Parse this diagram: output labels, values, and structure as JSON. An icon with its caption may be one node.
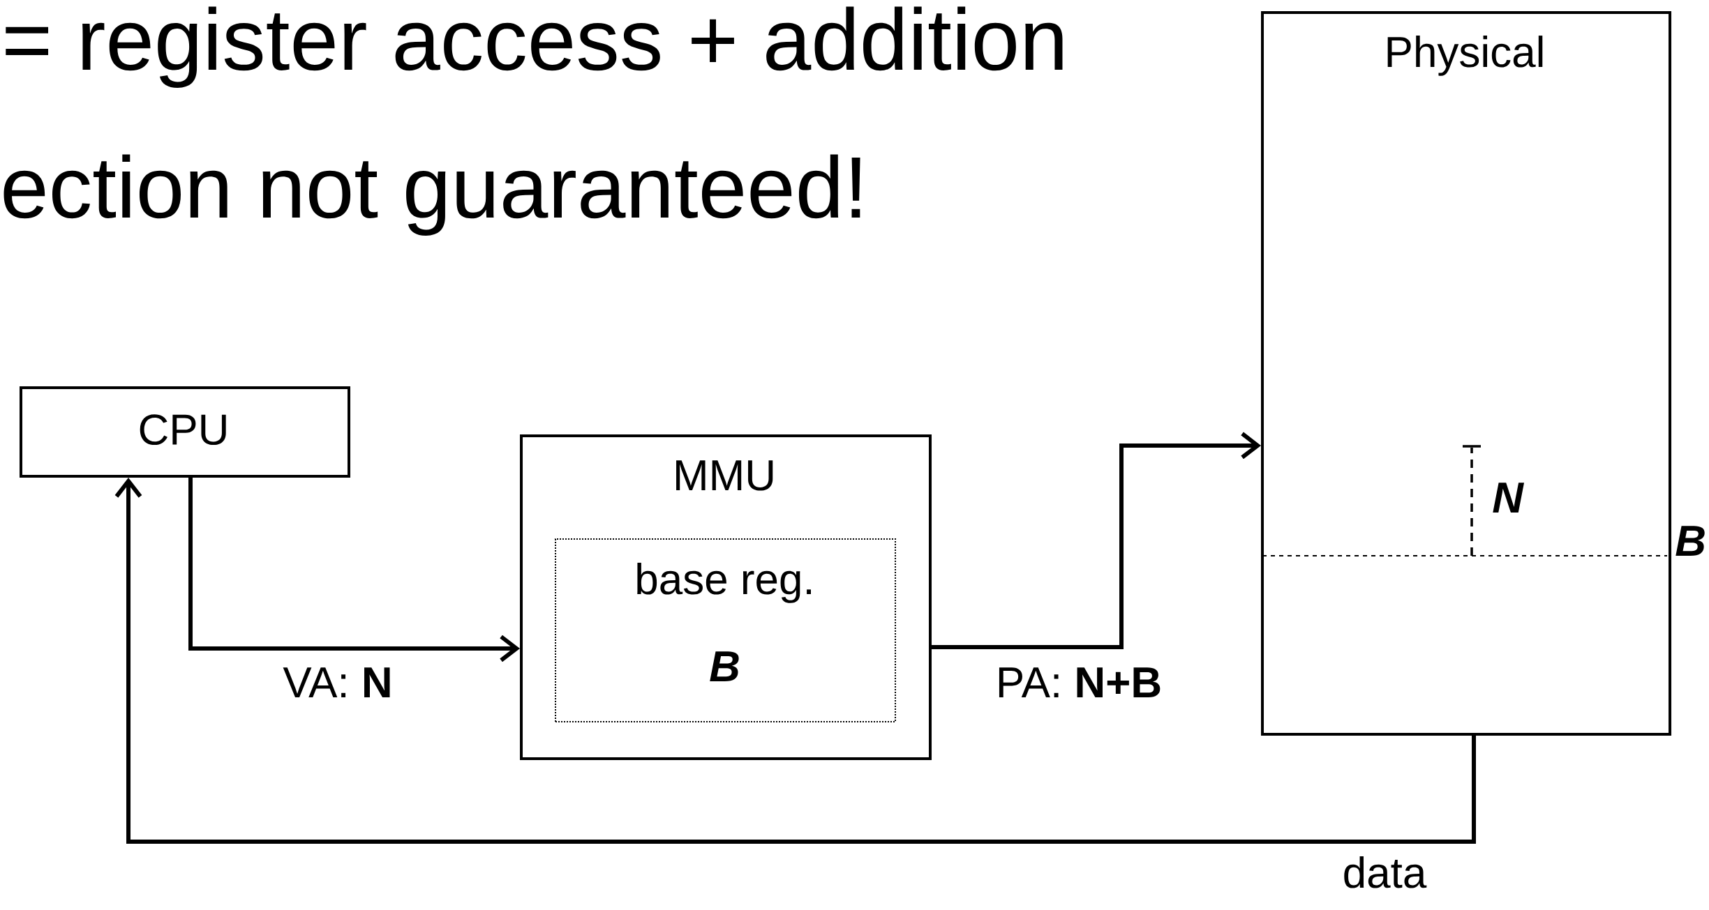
{
  "diagram": {
    "nodes": [
      {
        "text": [
          "CPU"
        ]
      },
      {
        "text": [
          "MMU"
        ]
      },
      {
        "text": [
          "base reg.",
          "B"
        ],
        "in": 1
      },
      {
        "text": [
          "Physical"
        ]
      }
    ],
    "edges": [
      {
        "from": 0,
        "to": 1,
        "arrow": "to",
        "label": "VA: **N**"
      },
      {
        "from": 1,
        "to": 3,
        "arrow": "to",
        "label": "PA: **N+B**"
      },
      {
        "from": 3,
        "to": 0,
        "arrow": "to",
        "label": "data"
      }
    ],
    "labels": [
      "= register access + addition",
      "ection not guaranteed!",
      "N",
      "B"
    ]
  }
}
